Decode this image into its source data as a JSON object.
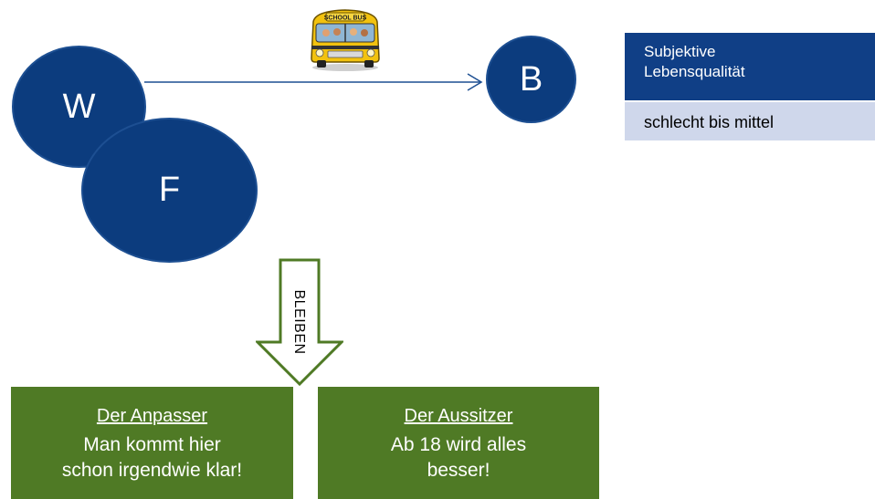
{
  "diagram": {
    "nodes": {
      "w": "W",
      "f": "F",
      "b": "B"
    },
    "transport_icon": "school-bus-icon",
    "bus_sign": "SCHOOL BUS",
    "arrow_label": "BLEIBEN",
    "quality_table": {
      "header_line1": "Subjektive",
      "header_line2": "Lebensqualität",
      "value": "schlecht bis mittel"
    },
    "types": [
      {
        "title": "Der Anpasser",
        "text_line1": "Man kommt hier",
        "text_line2": "schon irgendwie klar!"
      },
      {
        "title": "Der Aussitzer",
        "text_line1": "Ab 18 wird alles",
        "text_line2": "besser!"
      }
    ],
    "colors": {
      "circle": "#0c3c7e",
      "table_header": "#103f86",
      "table_row": "#cfd7eb",
      "box": "#4f7a25",
      "arrow_outline": "#4f7a25"
    }
  }
}
